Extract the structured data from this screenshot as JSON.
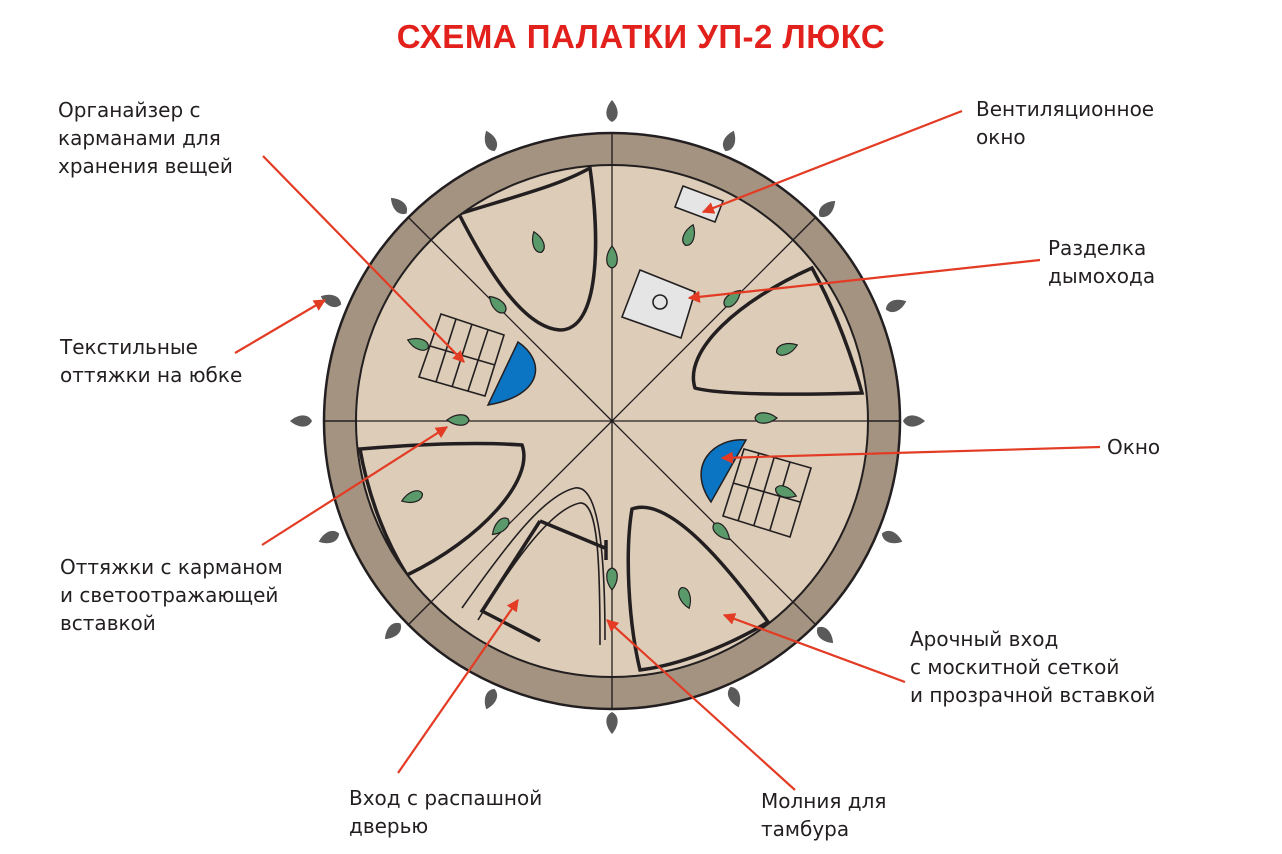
{
  "title": "СХЕМА ПАЛАТКИ УП-2 ЛЮКС",
  "colors": {
    "title": "#e2211c",
    "arrow": "#e33b24",
    "rim": "#a39380",
    "floor": "#dcccb8",
    "window": "#0b74c3",
    "patch": "#5a9a6a",
    "stake": "#5a5a5a",
    "box": "#e5e5e5"
  },
  "labels": {
    "organizer": "Органайзер с\nкарманами для\nхранения вещей",
    "ventilation": "Вентиляционное\nокно",
    "chimney": "Разделка\nдымохода",
    "guylines_skirt": "Текстильные\nоттяжки на юбке",
    "window": "Окно",
    "guylines_pocket": "Оттяжки с карманом\nи светоотражающей\nвставкой",
    "arch_entry": "Арочный вход\nс москитной сеткой\nи прозрачной вставкой",
    "door_entry": "Вход с распашной\nдверью",
    "zipper": "Молния для\nтамбура"
  }
}
